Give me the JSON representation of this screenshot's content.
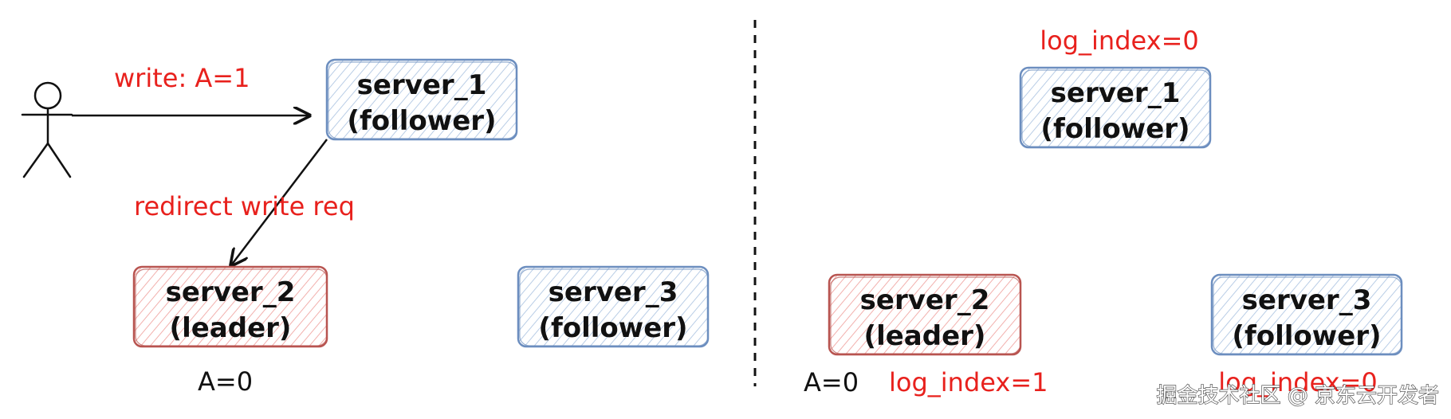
{
  "colors": {
    "follower_stroke": "#6c8ebf",
    "follower_hatch": "#b9cde6",
    "leader_stroke": "#b85450",
    "leader_hatch": "#f2b0ad",
    "accent_red": "#e8211d"
  },
  "left_panel": {
    "write_label": "write: A=1",
    "redirect_label": "redirect write req",
    "server_1": {
      "name": "server_1",
      "role": "(follower)"
    },
    "server_2": {
      "name": "server_2",
      "role": "(leader)"
    },
    "server_3": {
      "name": "server_3",
      "role": "(follower)"
    },
    "server_2_value": "A=0"
  },
  "right_panel": {
    "server_1": {
      "name": "server_1",
      "role": "(follower)",
      "log_index": "log_index=0"
    },
    "server_2": {
      "name": "server_2",
      "role": "(leader)",
      "value": "A=0",
      "log_index": "log_index=1"
    },
    "server_3": {
      "name": "server_3",
      "role": "(follower)",
      "log_index": "log_index=0"
    }
  },
  "watermark": "掘金技术社区 @ 京东云开发者"
}
